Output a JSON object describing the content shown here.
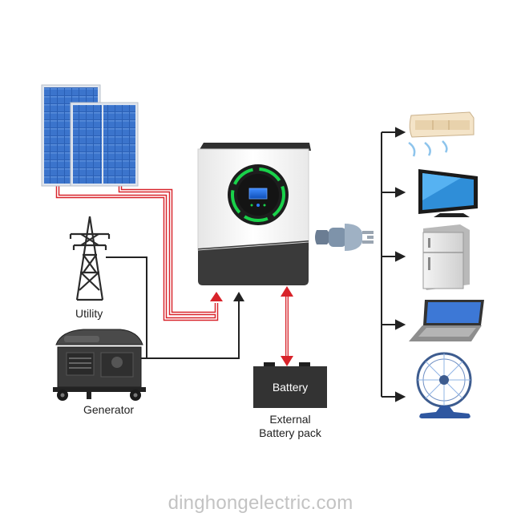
{
  "labels": {
    "utility": "Utility",
    "generator": "Generator",
    "battery_text": "Battery",
    "external_battery_line1": "External",
    "external_battery_line2": "Battery pack"
  },
  "watermark": "dinghongelectric.com",
  "colors": {
    "pv_line": "#d8232a",
    "ac_line": "#222222",
    "battery_line": "#d8232a",
    "inverter_ring": "#19d24a",
    "inverter_screen": "#1d6fe0",
    "battery_body": "#333333",
    "solar_cell": "#2a5fb4"
  },
  "icons": {
    "solar_panels": "solar-panel-icon",
    "utility": "power-tower-icon",
    "generator": "generator-icon",
    "inverter": "inverter-icon",
    "plug": "plug-icon",
    "loads": [
      "air-conditioner-icon",
      "tv-icon",
      "refrigerator-icon",
      "laptop-icon",
      "fan-icon"
    ]
  }
}
